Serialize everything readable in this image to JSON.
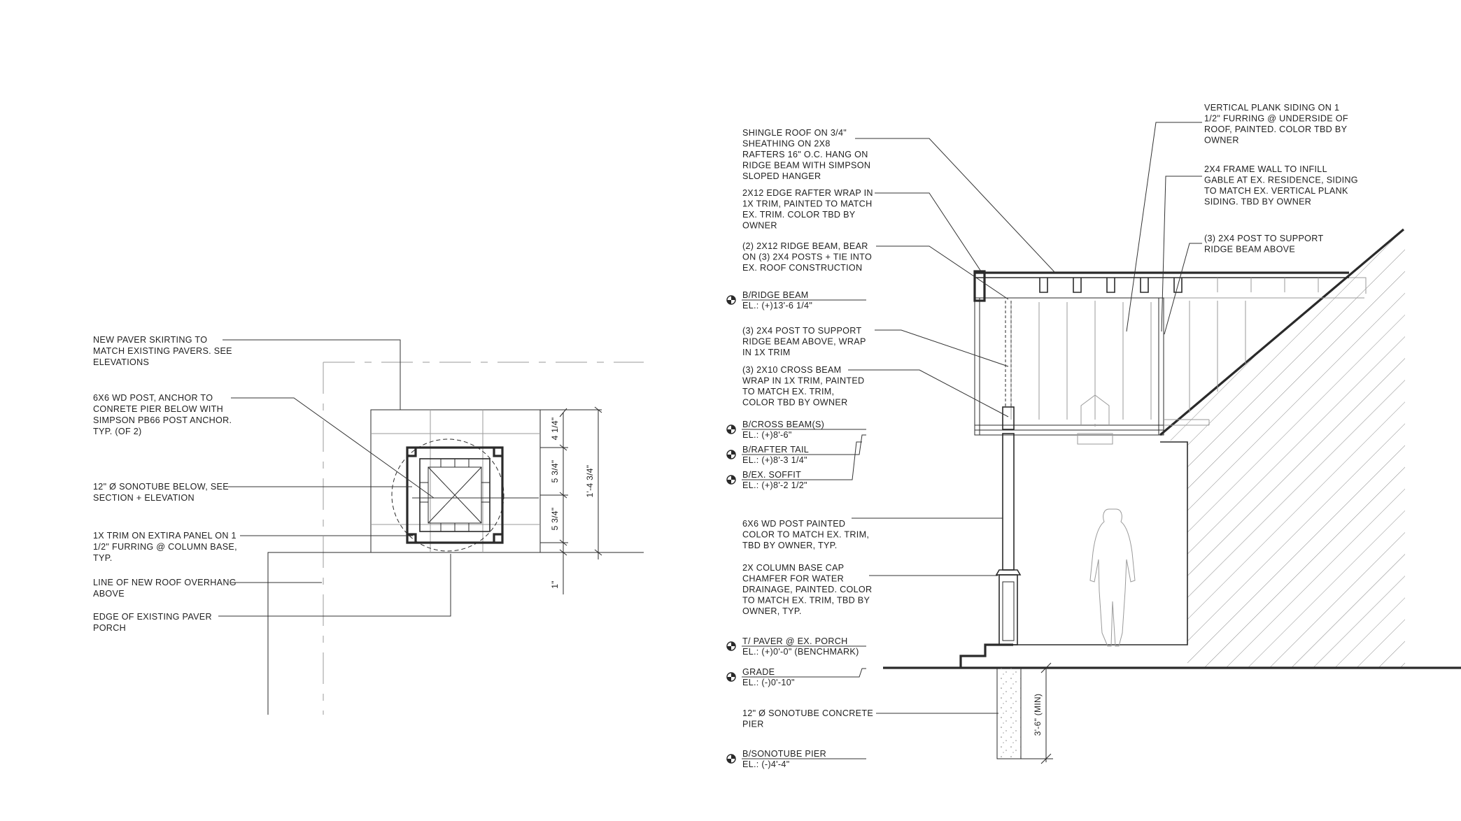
{
  "plan_notes": [
    [
      "NEW PAVER SKIRTING TO",
      "MATCH EXISTING PAVERS. SEE",
      "ELEVATIONS"
    ],
    [
      "6X6 WD POST, ANCHOR TO",
      "CONRETE PIER BELOW WITH",
      "SIMPSON PB66 POST ANCHOR.",
      "TYP. (OF 2)"
    ],
    [
      "12\" Ø SONOTUBE BELOW, SEE",
      "SECTION + ELEVATION"
    ],
    [
      "1X TRIM ON EXTIRA PANEL ON 1",
      "1/2\" FURRING @ COLUMN BASE,",
      "TYP."
    ],
    [
      "LINE OF NEW ROOF OVERHANG",
      "ABOVE"
    ],
    [
      "EDGE OF EXISTING PAVER",
      "PORCH"
    ]
  ],
  "plan_dimensions": [
    "4 1/4\"",
    "5 3/4\"",
    "5 3/4\"",
    "1\"",
    "1'-4 3/4\""
  ],
  "section_notes_left": [
    [
      "SHINGLE ROOF ON 3/4\"",
      "SHEATHING ON 2X8",
      "RAFTERS 16\" O.C. HANG ON",
      "RIDGE BEAM WITH SIMPSON",
      "SLOPED HANGER"
    ],
    [
      "2X12 EDGE RAFTER WRAP IN",
      "1X TRIM, PAINTED TO MATCH",
      "EX. TRIM. COLOR TBD BY",
      "OWNER"
    ],
    [
      "(2) 2X12 RIDGE BEAM, BEAR",
      "ON (3) 2X4 POSTS + TIE INTO",
      "EX. ROOF CONSTRUCTION"
    ],
    [
      "(3) 2X4 POST TO SUPPORT",
      "RIDGE BEAM ABOVE, WRAP",
      "IN 1X TRIM"
    ],
    [
      "(3) 2X10 CROSS BEAM",
      "WRAP IN 1X TRIM, PAINTED",
      "TO MATCH EX. TRIM,",
      "COLOR TBD BY OWNER"
    ],
    [
      "6X6 WD POST PAINTED",
      "COLOR TO MATCH EX. TRIM,",
      "TBD BY OWNER, TYP."
    ],
    [
      "2X COLUMN BASE CAP",
      "CHAMFER FOR WATER",
      "DRAINAGE, PAINTED. COLOR",
      "TO MATCH EX. TRIM, TBD BY",
      "OWNER, TYP."
    ],
    [
      "12\" Ø SONOTUBE CONCRETE",
      "PIER"
    ]
  ],
  "section_notes_right": [
    [
      "VERTICAL PLANK SIDING ON 1",
      "1/2\" FURRING @ UNDERSIDE OF",
      "ROOF, PAINTED. COLOR TBD BY",
      "OWNER"
    ],
    [
      "2X4 FRAME WALL TO INFILL",
      "GABLE AT EX. RESIDENCE, SIDING",
      "TO MATCH EX. VERTICAL PLANK",
      "SIDING. TBD BY OWNER"
    ],
    [
      "(3) 2X4 POST TO SUPPORT",
      "RIDGE BEAM ABOVE"
    ]
  ],
  "elevations": [
    {
      "name": "B/RIDGE BEAM",
      "value": "EL.: (+)13'-6 1/4\""
    },
    {
      "name": "B/CROSS BEAM(S)",
      "value": "EL.: (+)8'-6\""
    },
    {
      "name": "B/RAFTER TAIL",
      "value": "EL.: (+)8'-3 1/4\""
    },
    {
      "name": "B/EX. SOFFIT",
      "value": "EL.: (+)8'-2 1/2\""
    },
    {
      "name": "T/ PAVER @ EX. PORCH",
      "value": "EL.: (+)0'-0\" (BENCHMARK)"
    },
    {
      "name": "GRADE",
      "value": "EL.: (-)0'-10\""
    },
    {
      "name": "B/SONOTUBE PIER",
      "value": "EL.: (-)4'-4\""
    }
  ],
  "section_dimension": "3'-6\" (MIN)",
  "colors": {
    "line": "#2a2a2a",
    "text": "#222222",
    "hatch": "#8a8a8a",
    "ghost": "#9a9a9a",
    "background": "#ffffff"
  }
}
